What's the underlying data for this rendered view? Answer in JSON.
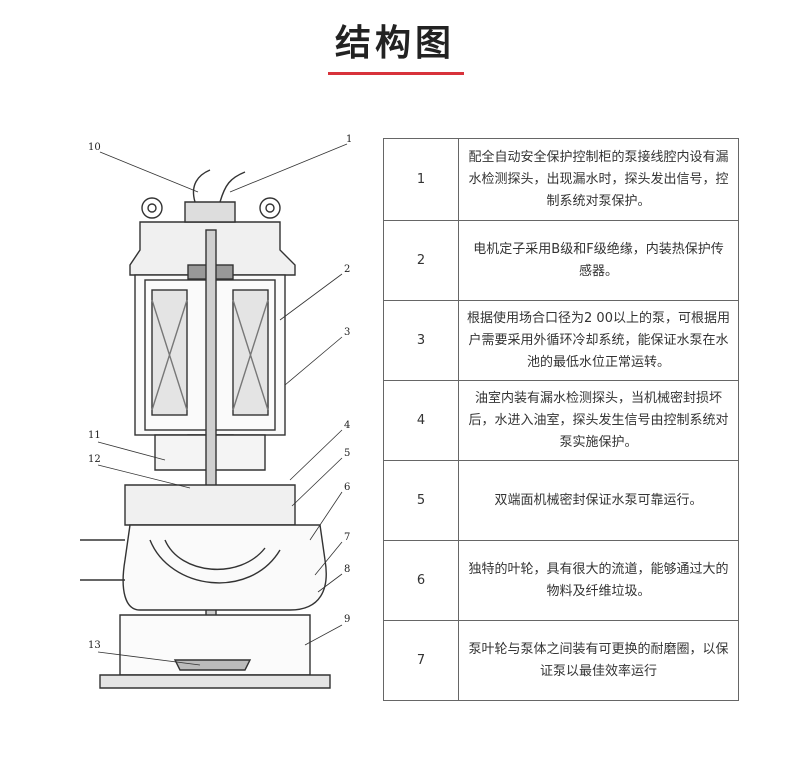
{
  "header": {
    "title": "结构图"
  },
  "diagram": {
    "callouts": [
      "1",
      "2",
      "3",
      "4",
      "5",
      "6",
      "7",
      "8",
      "9",
      "10",
      "11",
      "12",
      "13"
    ]
  },
  "table": {
    "rows": [
      {
        "num": "1",
        "text": "配全自动安全保护控制柜的泵接线腔内设有漏水检测探头，出现漏水时，探头发出信号，控制系统对泵保护。"
      },
      {
        "num": "2",
        "text": "电机定子采用B级和F级绝缘，内装热保护传感器。"
      },
      {
        "num": "3",
        "text": "根据使用场合口径为2 00以上的泵，可根据用户需要采用外循环冷却系统，能保证水泵在水池的最低水位正常运转。"
      },
      {
        "num": "4",
        "text": "油室内装有漏水检测探头，当机械密封损坏后，水进入油室，探头发生信号由控制系统对泵实施保护。"
      },
      {
        "num": "5",
        "text": "双端面机械密封保证水泵可靠运行。"
      },
      {
        "num": "6",
        "text": "独特的叶轮，具有很大的流道，能够通过大的物料及纤维垃圾。"
      },
      {
        "num": "7",
        "text": "泵叶轮与泵体之间装有可更换的耐磨圈，以保证泵以最佳效率运行"
      }
    ]
  }
}
